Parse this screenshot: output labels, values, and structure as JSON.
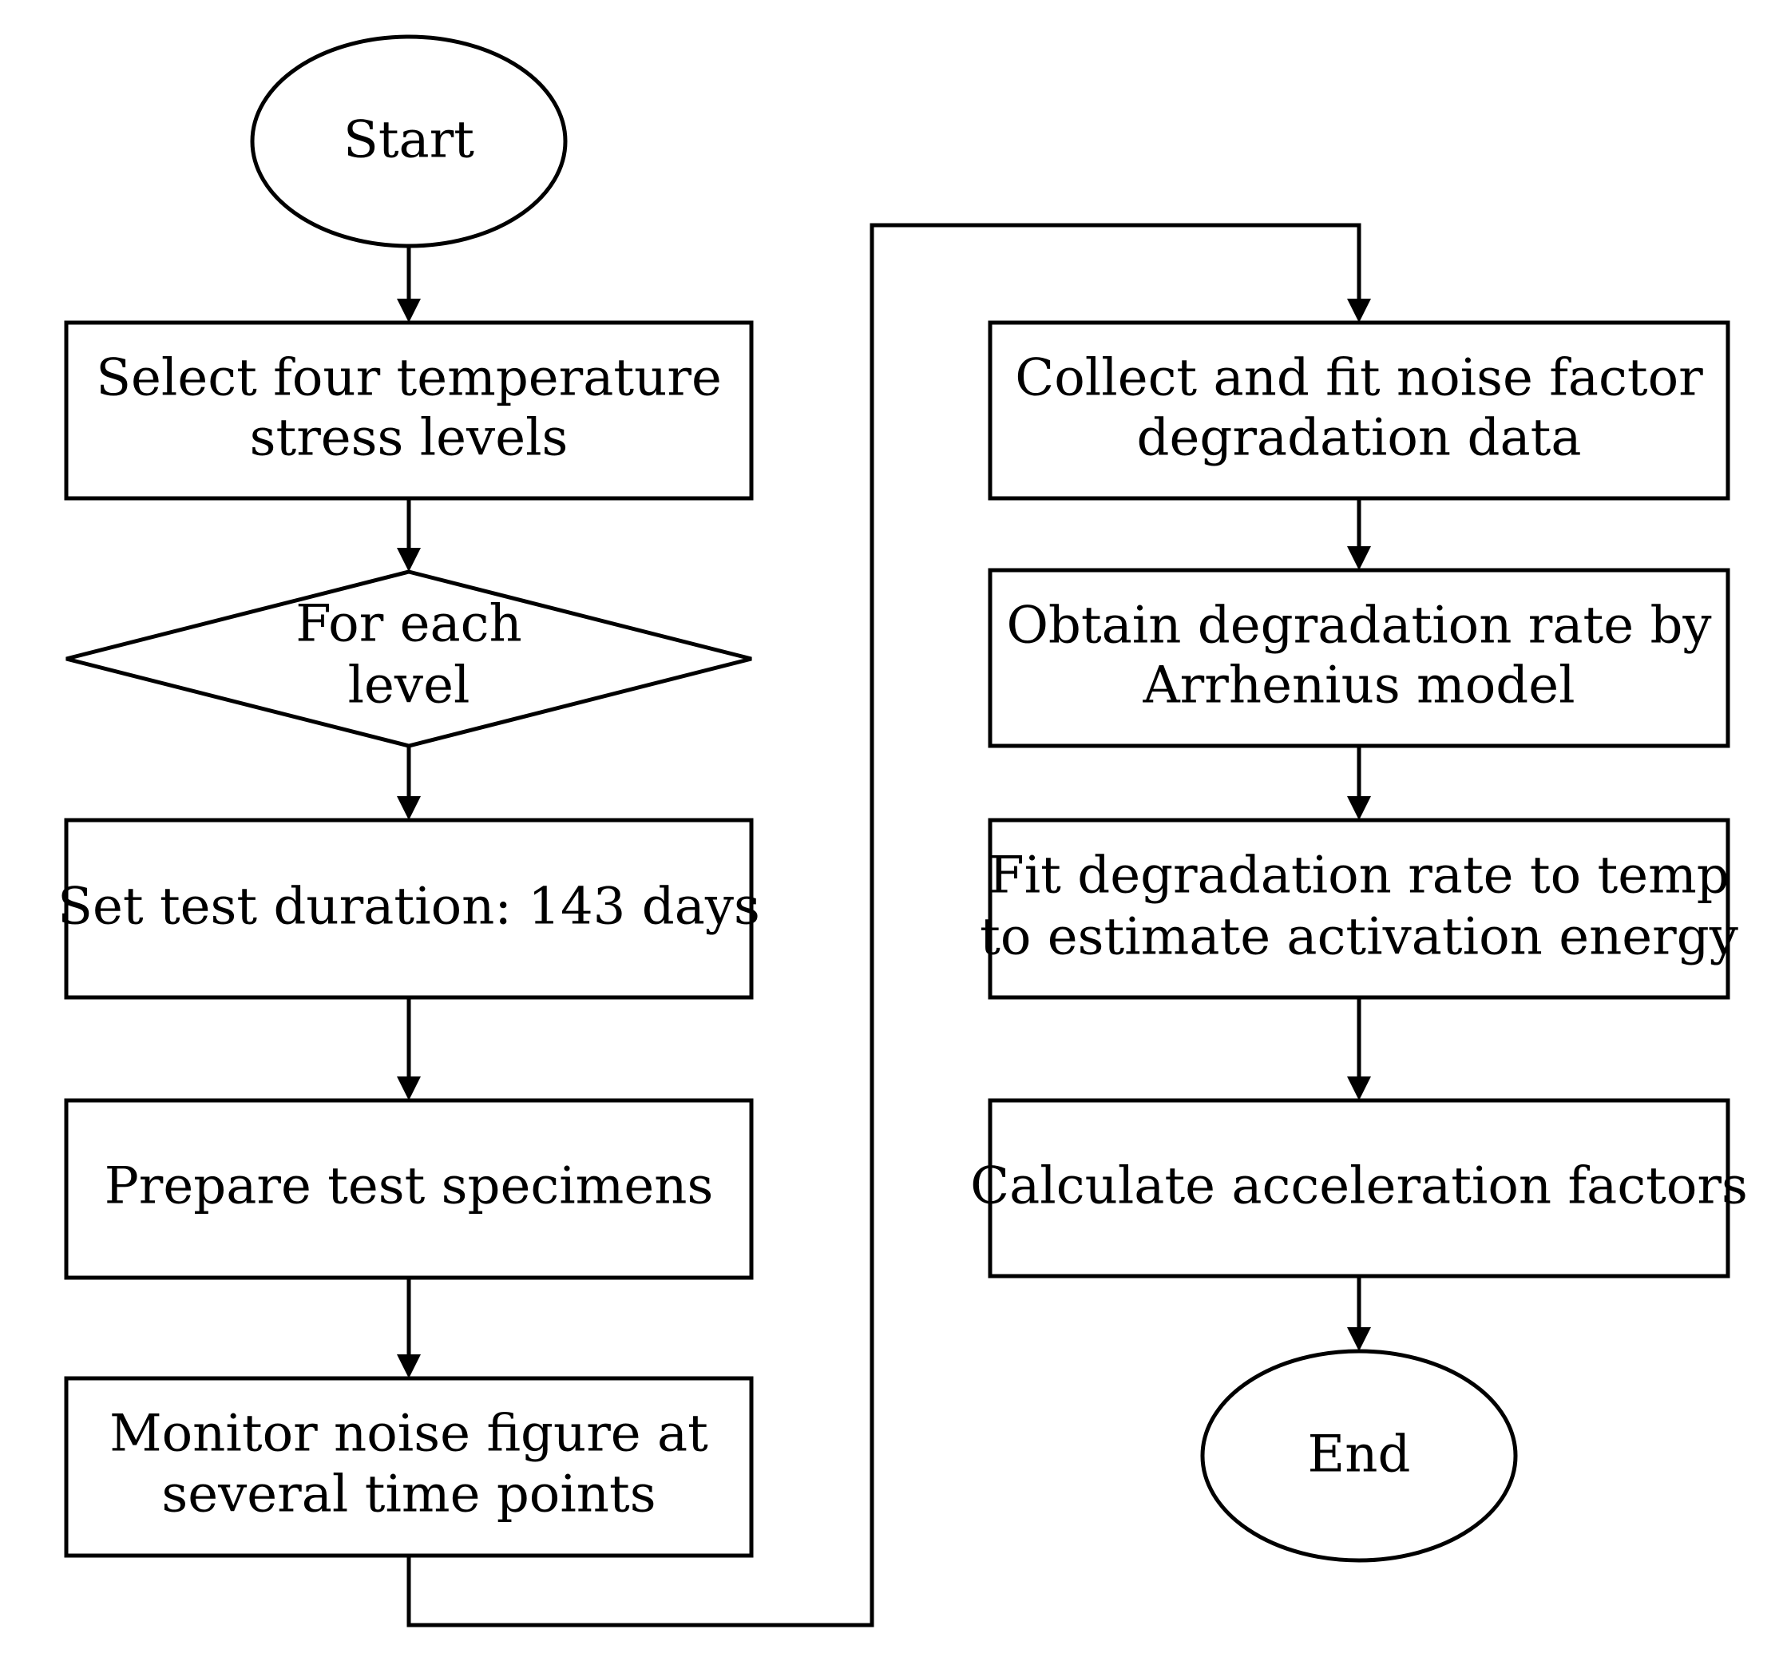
{
  "nodes": {
    "start": {
      "text": "Start"
    },
    "select_levels": {
      "lines": [
        "Select four temperature",
        "stress levels"
      ]
    },
    "for_each": {
      "lines": [
        "For each",
        "level"
      ]
    },
    "set_duration": {
      "text": "Set test duration: 143 days"
    },
    "prepare": {
      "text": "Prepare test specimens"
    },
    "monitor": {
      "lines": [
        "Monitor noise figure at",
        "several time points"
      ]
    },
    "collect": {
      "lines": [
        "Collect and fit noise factor",
        "degradation data"
      ]
    },
    "obtain": {
      "lines": [
        "Obtain degradation rate by",
        "Arrhenius model"
      ]
    },
    "fit": {
      "lines": [
        "Fit degradation rate to temp",
        "to estimate activation energy"
      ]
    },
    "calculate": {
      "text": "Calculate acceleration factors"
    },
    "end": {
      "text": "End"
    }
  }
}
